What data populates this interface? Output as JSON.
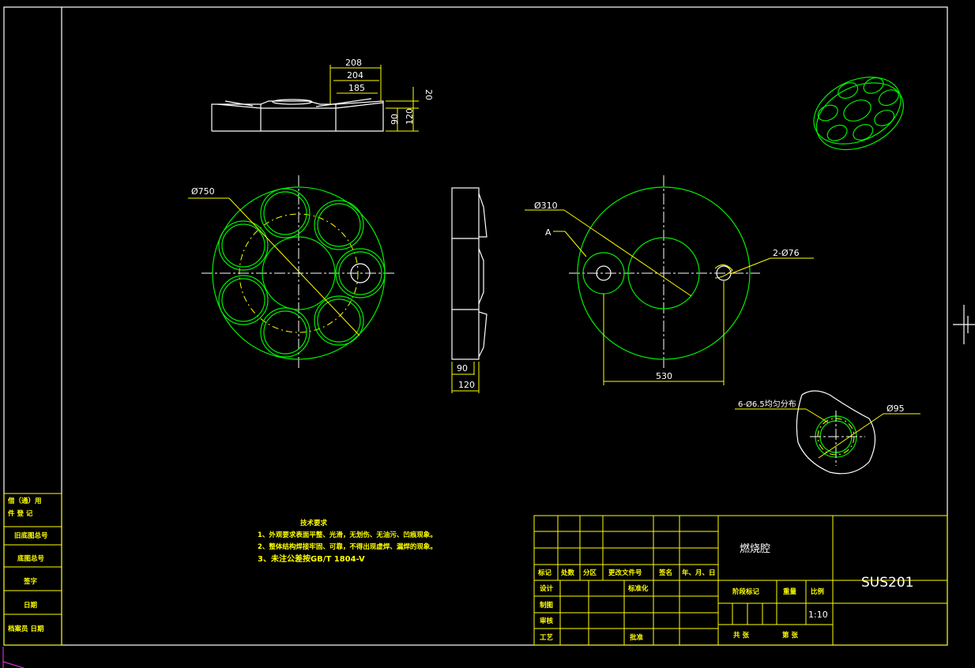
{
  "dimensions": {
    "top_208": "208",
    "top_204": "204",
    "top_185": "185",
    "top_20": "20",
    "top_90": "90",
    "top_120": "120",
    "diam_750": "Ø750",
    "side_90": "90",
    "side_120": "120",
    "diam_310": "Ø310",
    "label_a": "A",
    "holes_2_76": "2-Ø76",
    "dim_530": "530",
    "holes_6_65": "6-Ø6.5均匀分布",
    "diam_95": "Ø95"
  },
  "tech": {
    "title": "技术要求",
    "line1": "1、外观要求表面平整、光滑，无划伤、无油污、凹痕现象。",
    "line2": "2、整体结构焊接牢固、可靠，不得出现虚焊、漏焊的现象。",
    "line3": "3、未注公差按GB/T 1804-V"
  },
  "left_table": {
    "r1a": "借（通）用",
    "r1b": "件 登 记",
    "r2": "旧底图总号",
    "r3": "底图总号",
    "r4": "签字",
    "r5": "日期",
    "r6": "档案员 日期"
  },
  "title_block": {
    "part_name": "燃烧腔",
    "material": "SUS201",
    "h_mark": "标记",
    "h_count": "处数",
    "h_zone": "分区",
    "h_doc": "更改文件号",
    "h_sign": "签名",
    "h_date": "年、月、日",
    "design": "设计",
    "standard": "标准化",
    "draw": "制图",
    "check": "审核",
    "process": "工艺",
    "approve": "批准",
    "stage": "阶段标记",
    "weight": "重量",
    "ratio": "比例",
    "scale": "1:10",
    "total_sheets": "共  张",
    "sheet_no": "第  张"
  }
}
